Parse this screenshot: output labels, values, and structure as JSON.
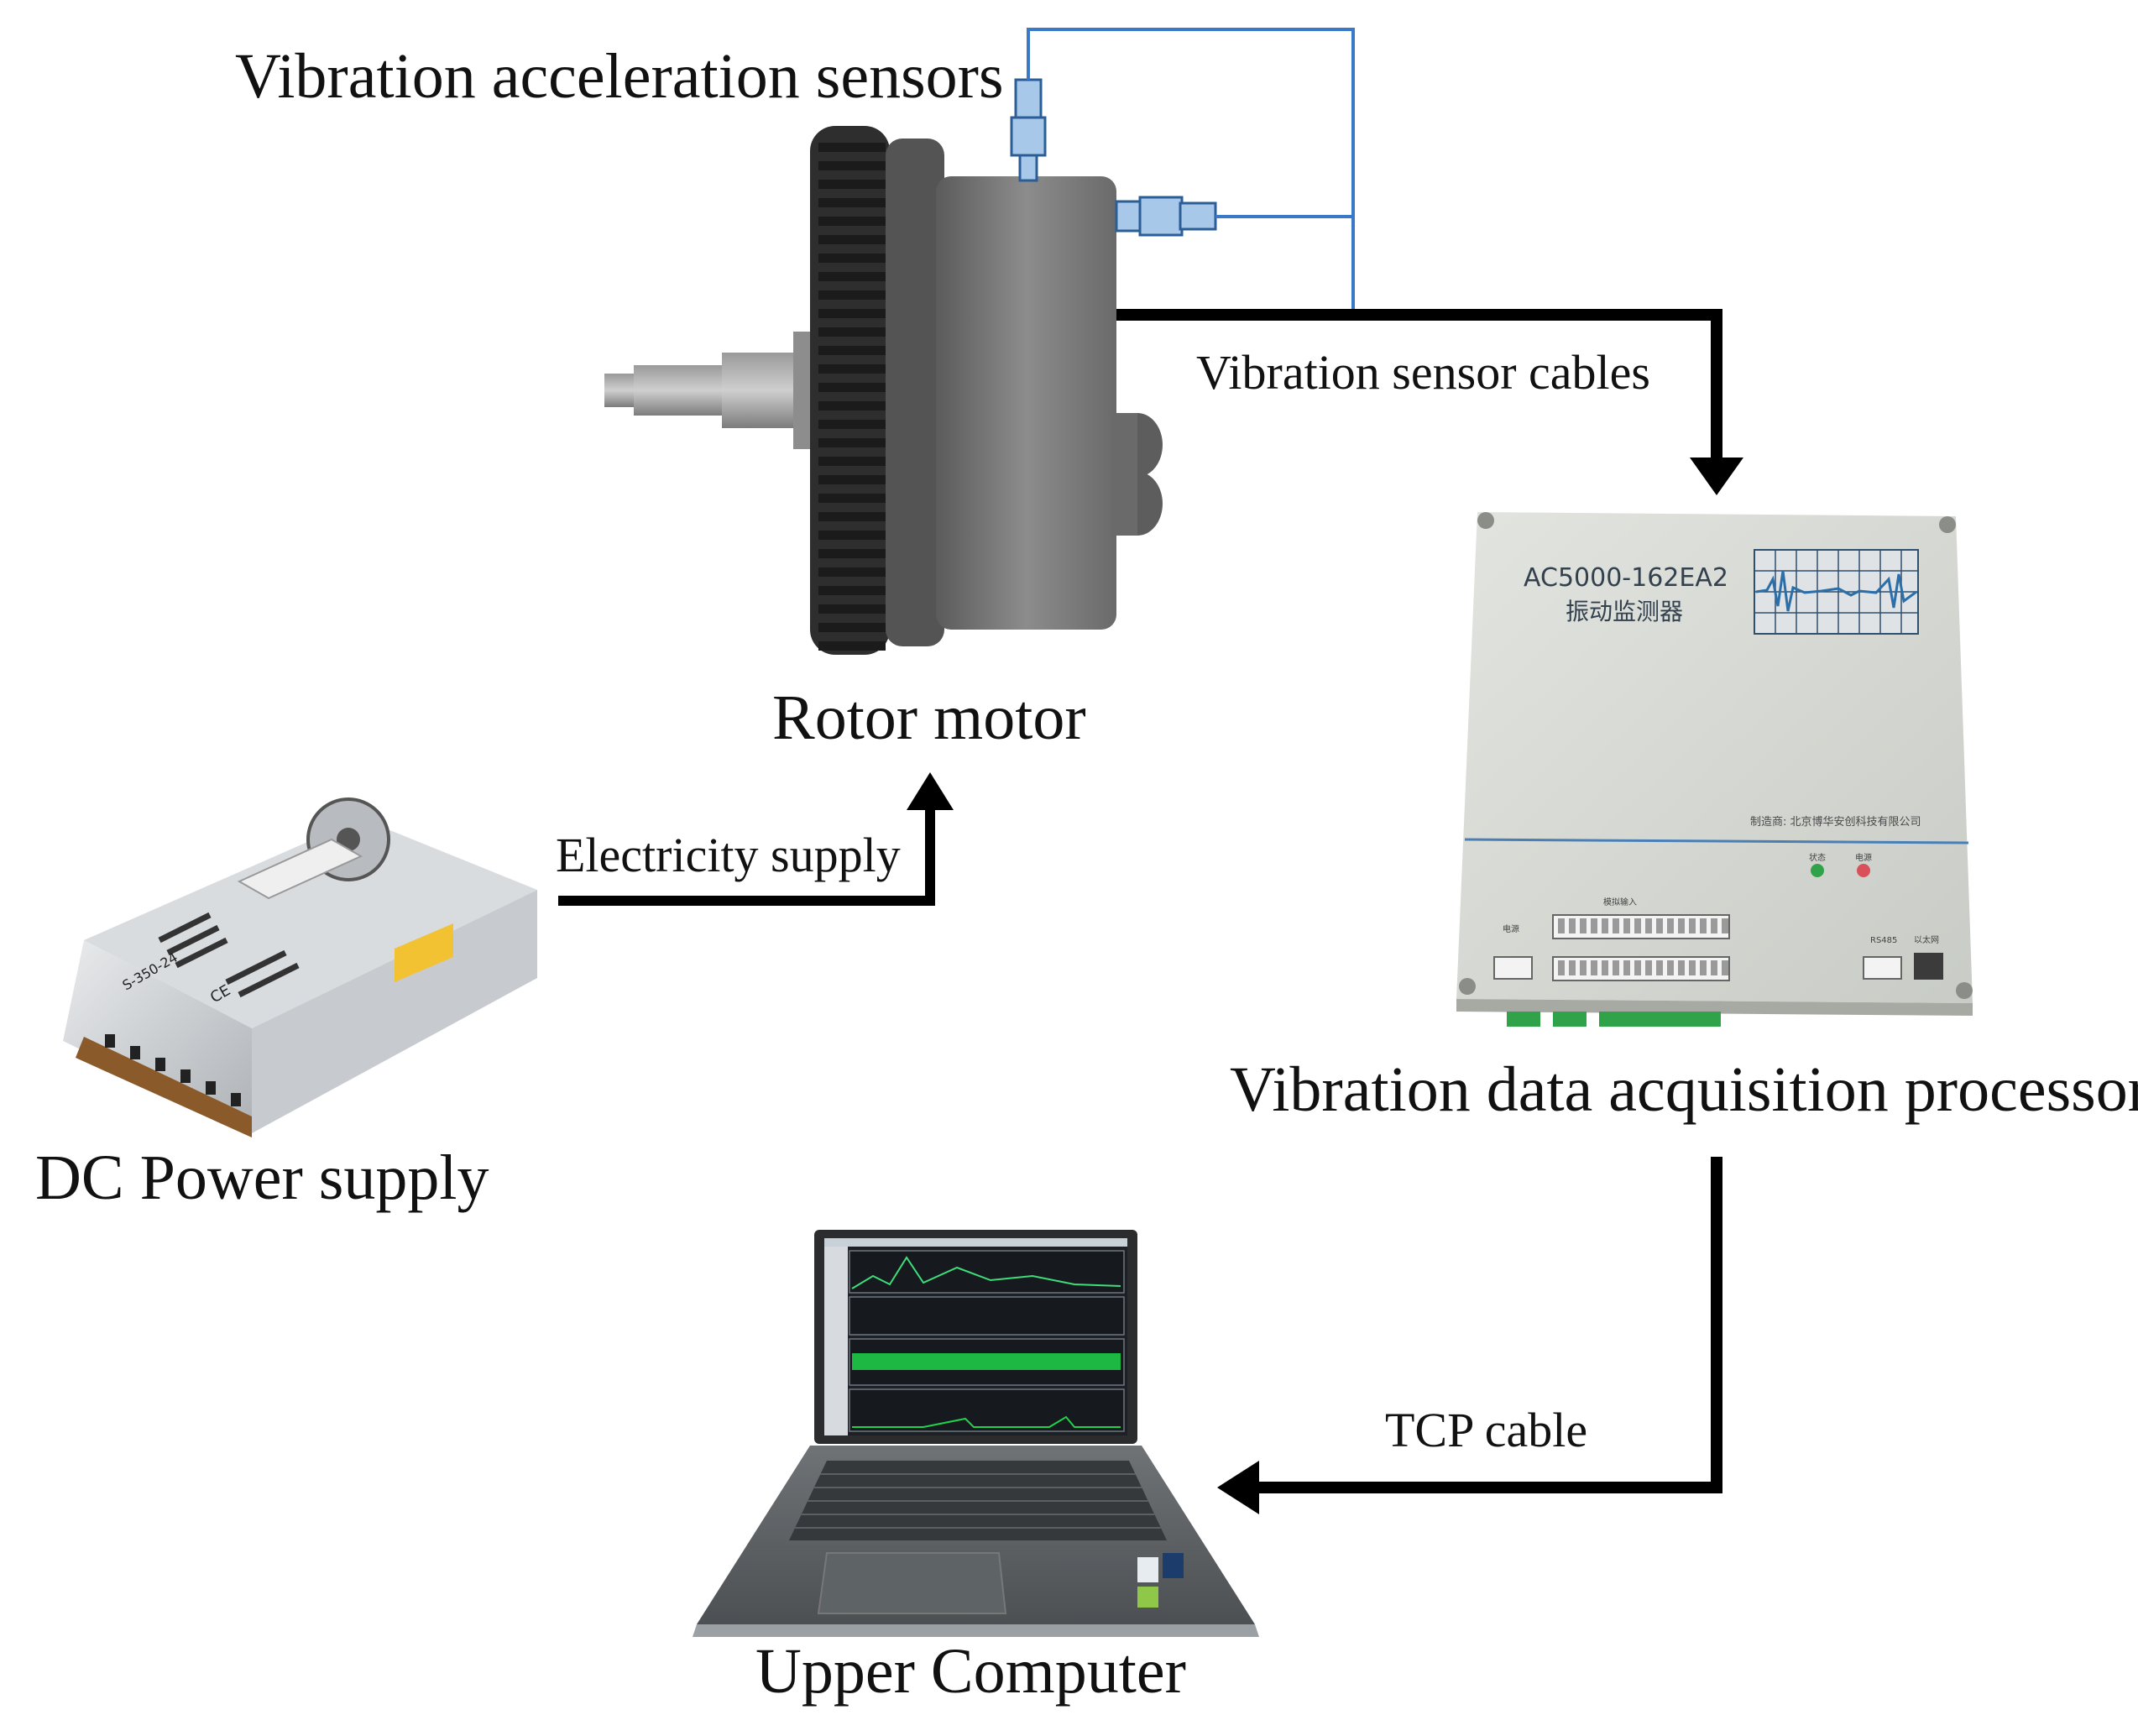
{
  "labels": {
    "sensors": "Vibration acceleration sensors",
    "rotor_motor": "Rotor motor",
    "sensor_cables": "Vibration sensor cables",
    "electricity": "Electricity supply",
    "processor": "Vibration data acquisition processor",
    "dc_power": "DC Power supply",
    "tcp": "TCP cable",
    "upper_computer": "Upper Computer"
  },
  "processor_panel": {
    "model": "AC5000-162EA2",
    "name_cn": "振动监测器",
    "manufacturer": "制造商: 北京博华安创科技有限公司",
    "led_run": "状态",
    "led_power": "电源",
    "port_power": "电源",
    "port_rs485": "RS485",
    "port_ethernet": "以太网",
    "port_analog": "模拟输入"
  },
  "psu_panel": {
    "model": "S-350-24",
    "ce": "CE"
  },
  "colors": {
    "sensor_wire": "#3a78c8",
    "arrow": "#000000",
    "motor_body": "#7a7a7a",
    "processor_body": "#d7d9d4",
    "processor_stripe": "#4a7fb5",
    "terminal_green": "#2fa24a",
    "screen_green": "#1fd34a"
  }
}
